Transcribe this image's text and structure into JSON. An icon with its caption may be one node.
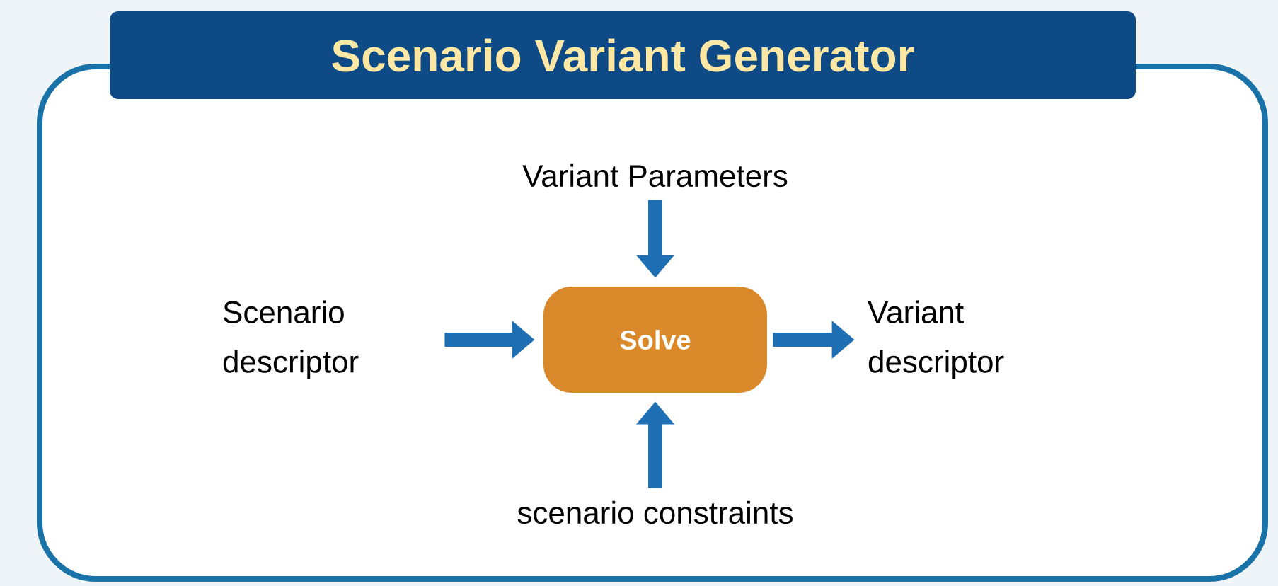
{
  "diagram": {
    "nodes": [
      {
        "text": [
          "Scenario Variant Generator"
        ]
      },
      {
        "text": [
          "Variant Parameters"
        ],
        "in": 0
      },
      {
        "text": [
          "Scenario descriptor"
        ],
        "in": 0
      },
      {
        "text": [
          "Solve"
        ],
        "in": 0
      },
      {
        "text": [
          "Variant descriptor"
        ],
        "in": 0
      },
      {
        "text": [
          "scenario constraints"
        ],
        "in": 0
      }
    ],
    "edges": [
      {
        "from": 1,
        "to": 3,
        "arrow": "to"
      },
      {
        "from": 2,
        "to": 3,
        "arrow": "to"
      },
      {
        "from": 3,
        "to": 4,
        "arrow": "to"
      },
      {
        "from": 5,
        "to": 3,
        "arrow": "to"
      }
    ]
  }
}
